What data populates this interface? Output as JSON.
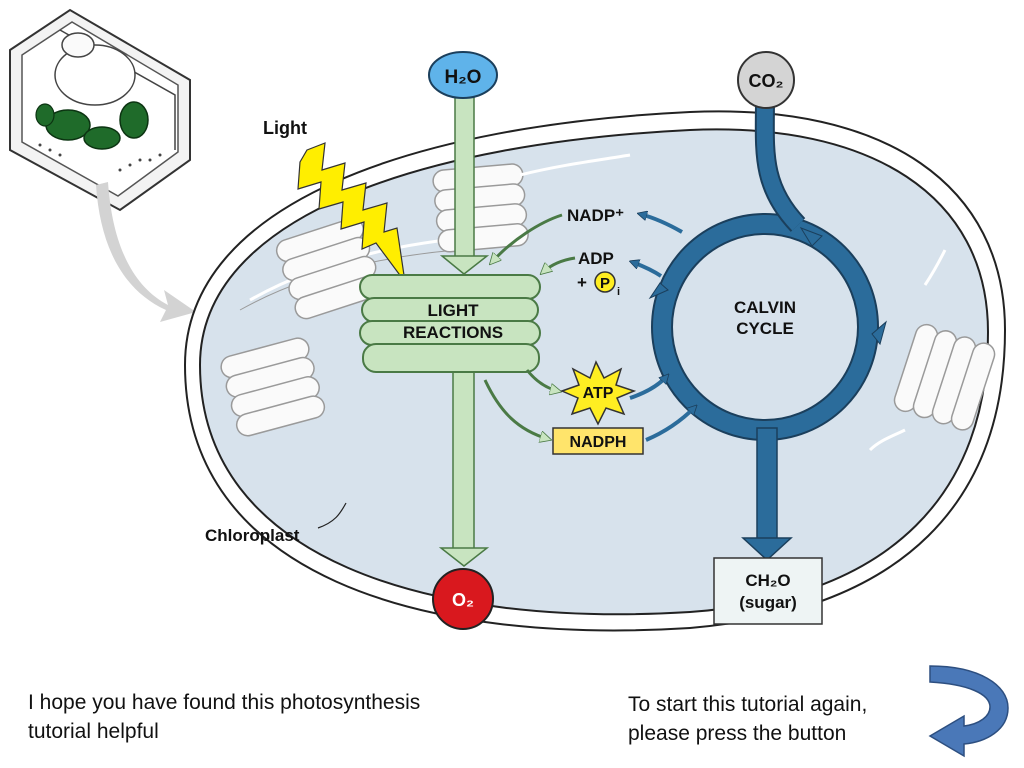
{
  "diagram": {
    "inputs": {
      "water": "H₂O",
      "carbon_dioxide": "CO₂"
    },
    "light_label": "Light",
    "light_reactions": {
      "line1": "LIGHT",
      "line2": "REACTIONS"
    },
    "calvin_cycle": {
      "line1": "CALVIN",
      "line2": "CYCLE"
    },
    "nadp_plus": "NADP⁺",
    "adp": "ADP",
    "plus": "+",
    "phosphate": "P",
    "phosphate_sub": "i",
    "atp": "ATP",
    "nadph": "NADPH",
    "oxygen": "O₂",
    "sugar": {
      "line1": "CH₂O",
      "line2": "(sugar)"
    },
    "chloroplast_label": "Chloroplast"
  },
  "footer": {
    "left_text": "I hope you have found this photosynthesis tutorial helpful",
    "right_text": "To start this tutorial again, please press the button"
  },
  "colors": {
    "stroma": "#d7e2ec",
    "thylakoid": "#c8e4c0",
    "calvin_arrow": "#2b6c9b",
    "water_circle": "#5fb3ea",
    "oxygen_circle": "#d9181e",
    "atp_star": "#ffee22",
    "nadph_box": "#ffe46b",
    "light_bolt": "#ffee00",
    "restart_button": "#4a78b8"
  },
  "icons": {
    "cell": "plant-cell-icon",
    "restart": "curved-return-arrow-icon"
  }
}
